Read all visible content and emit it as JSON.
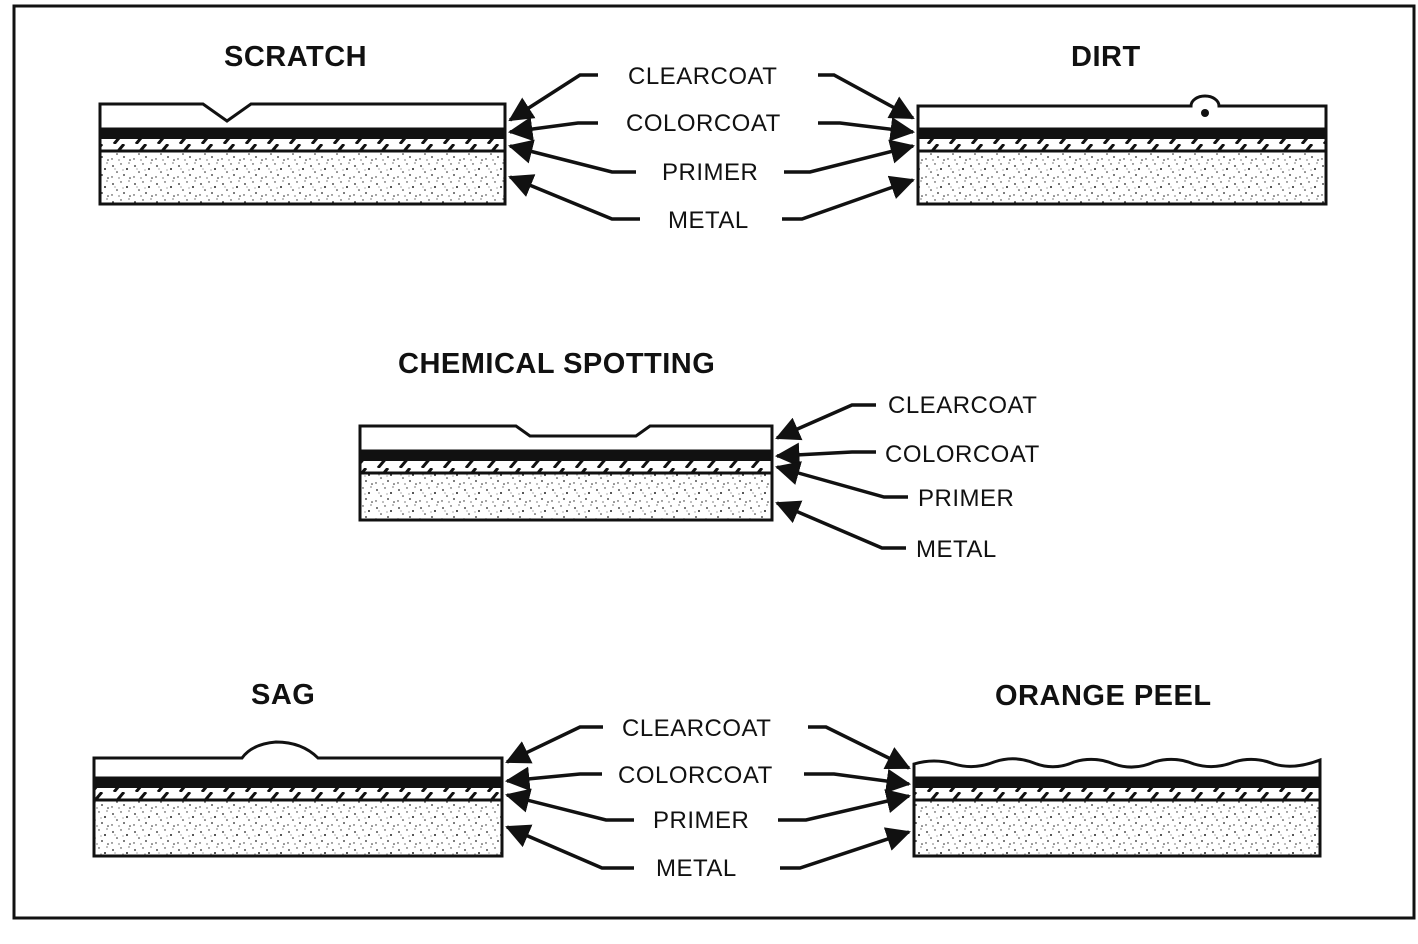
{
  "titles": {
    "scratch": "SCRATCH",
    "dirt": "DIRT",
    "chemical": "CHEMICAL SPOTTING",
    "sag": "SAG",
    "orange": "ORANGE PEEL"
  },
  "layers": {
    "clearcoat": "CLEARCOAT",
    "colorcoat": "COLORCOAT",
    "primer": "PRIMER",
    "metal": "METAL"
  },
  "colors": {
    "ink": "#111111",
    "paper": "#ffffff"
  }
}
